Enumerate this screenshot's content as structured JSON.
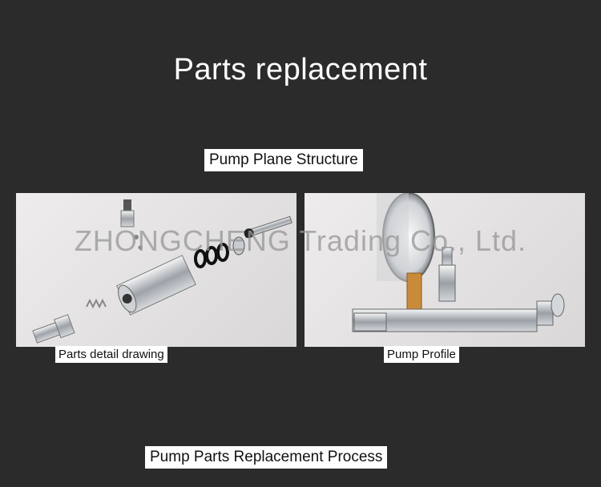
{
  "page": {
    "title": "Parts replacement",
    "section_label": "Pump Plane Structure",
    "footer_label": "Pump Parts Replacement Process",
    "watermark": "ZHONGCHENG Trading Co., Ltd."
  },
  "panels": [
    {
      "caption": "Parts detail drawing"
    },
    {
      "caption": "Pump Profile"
    }
  ],
  "colors": {
    "background": "#2b2b2b",
    "title_text": "#ffffff",
    "label_bg": "#ffffff",
    "panel_bg": "#e6e4e4",
    "metal": "#b8bcc2",
    "brass": "#c98a3a"
  }
}
